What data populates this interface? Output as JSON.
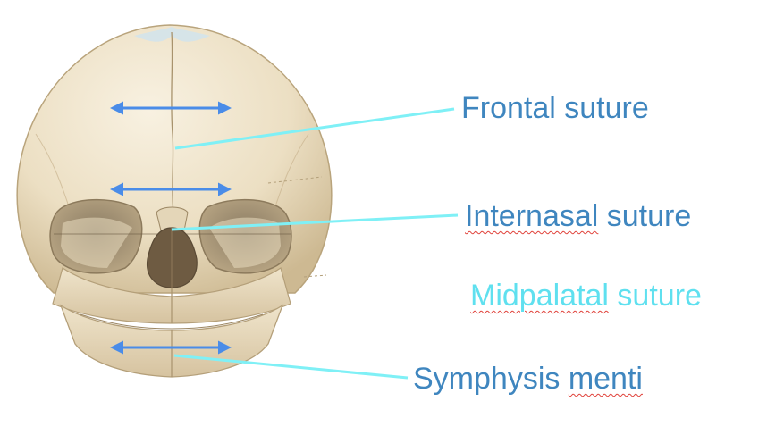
{
  "labels": {
    "frontal_suture": "Frontal suture",
    "internasal_prefix": "Internasal",
    "internasal_suffix": " suture",
    "midpalatal_prefix": "Midpalatal",
    "midpalatal_suffix": " suture",
    "symphysis_prefix": "Symphysis ",
    "symphysis_suffix": "menti"
  },
  "colors": {
    "label_text": "#3f86bf",
    "midpalatal_text": "#5fe0ef",
    "leader_lines": "#7ff0f6",
    "arrows": "#4a8ce8",
    "bone": "#ece0c6",
    "bone_shadow": "#c9b48f",
    "spellcheck_underline": "#e0413a"
  }
}
